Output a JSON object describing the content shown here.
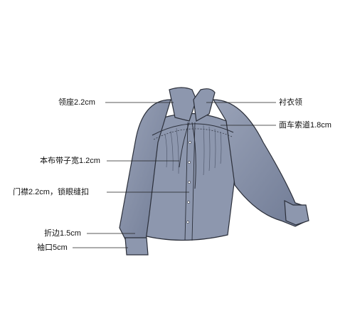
{
  "diagram": {
    "labels": {
      "collar_spread": "领座2.2cm",
      "collar": "衬衣领",
      "yoke_topstitch": "面车索道1.8cm",
      "tie_band": "本布带子宽1.2cm",
      "placket": "门襟2.2cm，锁眼缝扣",
      "hem_fold": "折边1.5cm",
      "cuff": "袖口5cm"
    },
    "colors": {
      "garment_fill": "#8d97ae",
      "garment_shade": "#6f7a94",
      "outline": "#2b2f3a",
      "leader_line": "#222222"
    }
  }
}
